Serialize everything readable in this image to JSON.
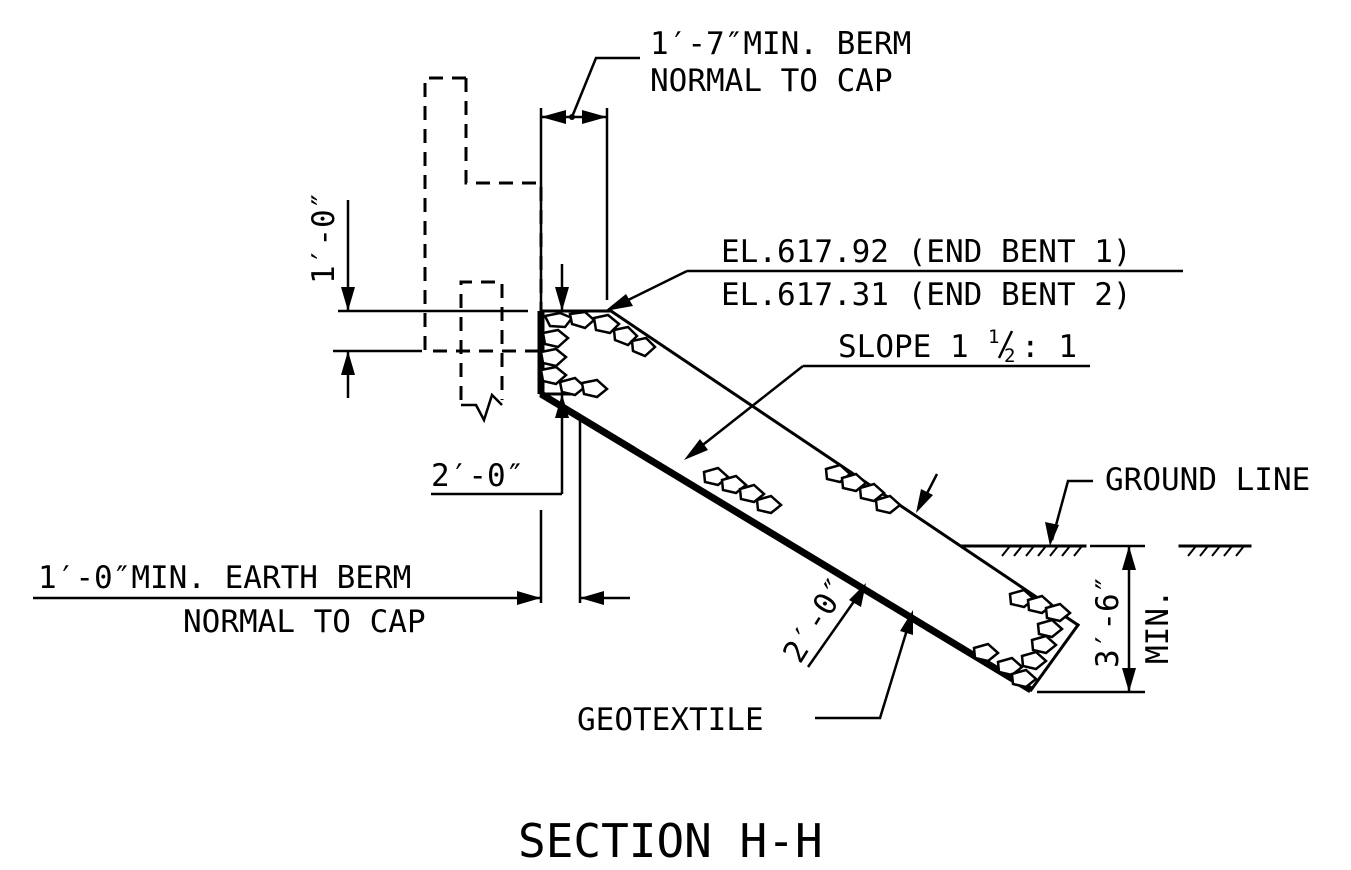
{
  "diagram": {
    "title": "SECTION H-H",
    "berm_top_line1": "1′-7″MIN. BERM",
    "berm_top_line2": "NORMAL TO CAP",
    "el_1": "EL.617.92 (END BENT 1)",
    "el_2": "EL.617.31 (END BENT 2)",
    "slope_prefix": "SLOPE 1",
    "slope_frac_num": "1",
    "slope_frac_den": "2",
    "slope_suffix": ": 1",
    "dim_1ft": "1′-0″",
    "dim_2ft_cap": "2′-0″",
    "earth_berm_line1": "1′-0″MIN. EARTH BERM",
    "earth_berm_line2": "NORMAL TO CAP",
    "ground_line": "GROUND LINE",
    "dim_2ft_slope": "2′-0″",
    "dim_3ft6": "3′-6″",
    "min": "MIN.",
    "geotextile": "GEOTEXTILE"
  }
}
